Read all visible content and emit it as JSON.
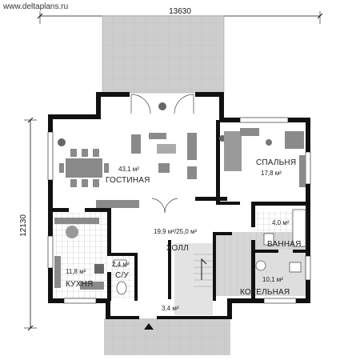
{
  "watermark": "www.deltaplans.ru",
  "dimensions": {
    "width_label": "13630",
    "height_label": "12130"
  },
  "rooms": [
    {
      "id": "living",
      "name": "ГОСТИНАЯ",
      "area": "43,1 м²"
    },
    {
      "id": "bedroom",
      "name": "СПАЛЬНЯ",
      "area": "17,8 м²"
    },
    {
      "id": "hall",
      "name": "ХОЛЛ",
      "area": "19,9 м²/25,0 м²"
    },
    {
      "id": "kitchen",
      "name": "КУХНЯ",
      "area": "11,8 м²"
    },
    {
      "id": "wc",
      "name": "С/У",
      "area": "2,4 м²"
    },
    {
      "id": "bath",
      "name": "ВАННАЯ",
      "area": "4,0 м²"
    },
    {
      "id": "boiler",
      "name": "КОТЕЛЬНАЯ",
      "area": "10,1 м²"
    },
    {
      "id": "porch",
      "name": "",
      "area": "3,4 м²"
    }
  ],
  "colors": {
    "wall": "#111111",
    "terrace": "#cfcfcf",
    "furniture": "#8a8a8a",
    "floor_gray": "#d9d9d9"
  }
}
